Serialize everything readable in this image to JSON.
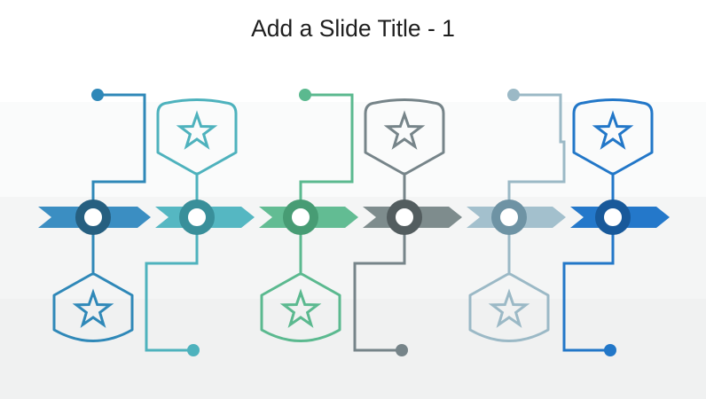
{
  "slide": {
    "title": "Add a Slide Title - 1",
    "title_color": "#1e1e1e",
    "background_bands": {
      "top": "#ffffff",
      "upper": "#fafbfb",
      "middle": "#f4f5f5",
      "lower": "#f0f1f1"
    }
  },
  "timeline": {
    "type": "chevron-process-timeline",
    "step_count": 6,
    "items": [
      {
        "id": "milestone-1",
        "badge_position": "below",
        "icon": "star-icon",
        "accent": "#2f88b8",
        "chevron_fill": "#3b8ec2",
        "ring": "#265f80"
      },
      {
        "id": "milestone-2",
        "badge_position": "above",
        "icon": "star-icon",
        "accent": "#4eb2bd",
        "chevron_fill": "#55b7c2",
        "ring": "#398f9a"
      },
      {
        "id": "milestone-3",
        "badge_position": "below",
        "icon": "star-icon",
        "accent": "#5bb98f",
        "chevron_fill": "#62bc93",
        "ring": "#479c74"
      },
      {
        "id": "milestone-4",
        "badge_position": "above",
        "icon": "star-icon",
        "accent": "#768489",
        "chevron_fill": "#7e8c8d",
        "ring": "#535d5f"
      },
      {
        "id": "milestone-5",
        "badge_position": "below",
        "icon": "star-icon",
        "accent": "#9bb9c6",
        "chevron_fill": "#a3c0cd",
        "ring": "#6e93a4"
      },
      {
        "id": "milestone-6",
        "badge_position": "above",
        "icon": "star-icon",
        "accent": "#2277c8",
        "chevron_fill": "#2478ca",
        "ring": "#18599a"
      }
    ]
  }
}
